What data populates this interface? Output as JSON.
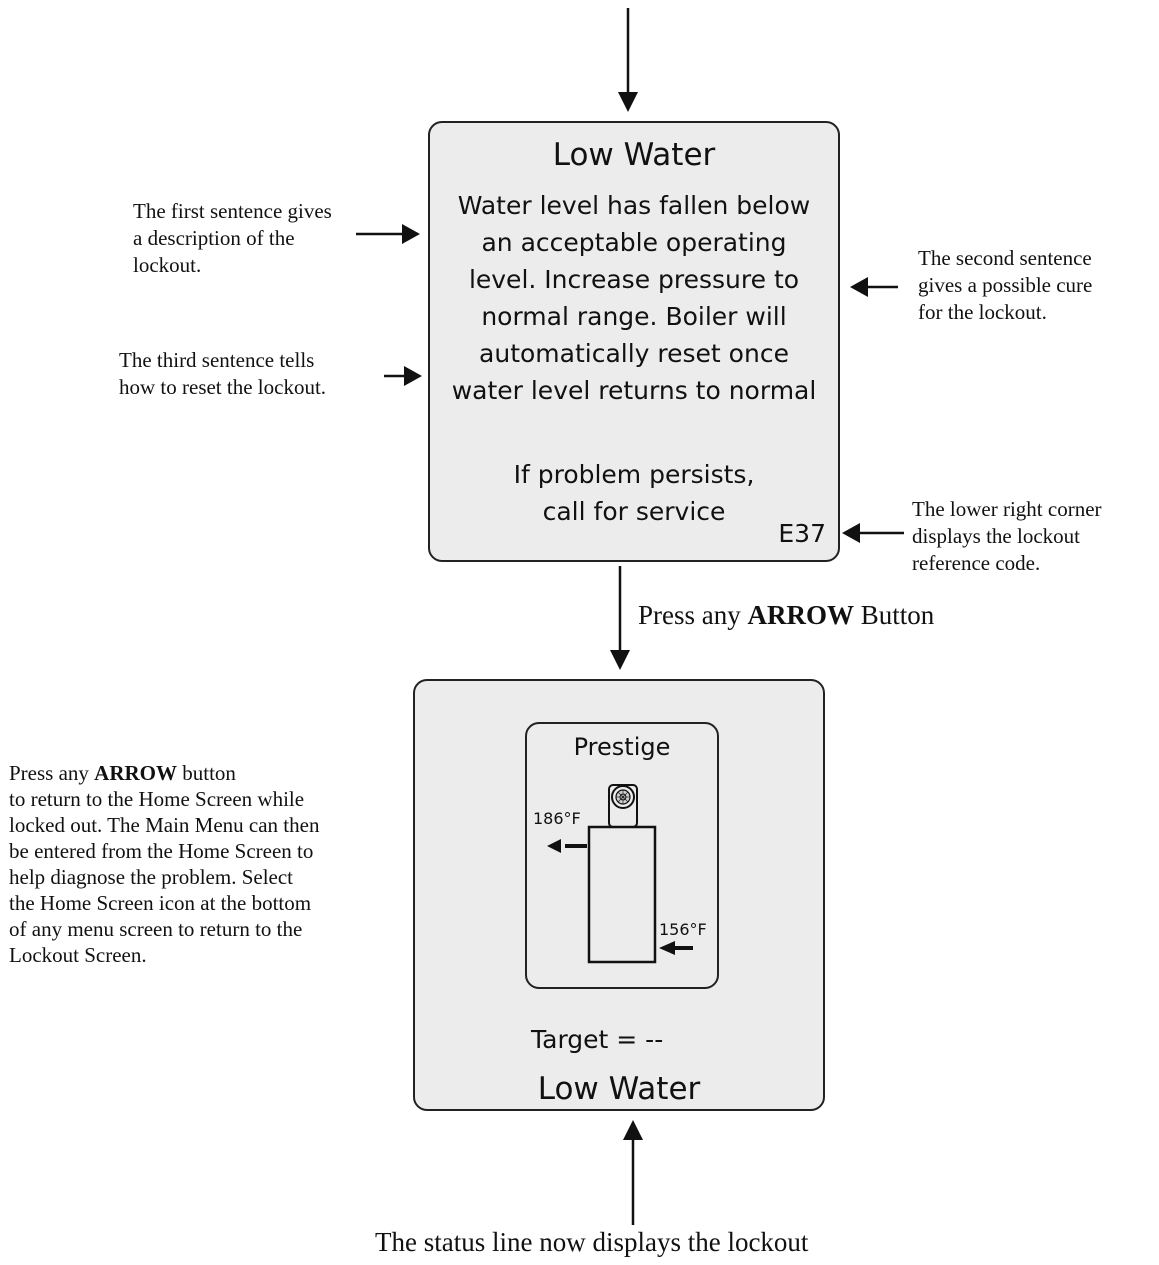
{
  "lockout_screen": {
    "title": "Low Water",
    "body_lines": [
      "Water level has fallen below",
      "an acceptable operating",
      "level. Increase pressure to",
      "normal range. Boiler will",
      "automatically reset once",
      "water level returns to normal"
    ],
    "persist_lines": [
      "If problem persists,",
      "call for service"
    ],
    "code": "E37"
  },
  "annotations": {
    "first_sentence": [
      "The first sentence gives",
      "a description of the",
      "lockout."
    ],
    "third_sentence": [
      "The third sentence tells",
      "how to reset the lockout."
    ],
    "second_sentence": [
      "The second sentence",
      "gives a possible cure",
      "for the lockout."
    ],
    "lower_right": [
      "The lower right corner",
      "displays the lockout",
      "reference code."
    ],
    "press_arrow": {
      "prefix": "Press any ",
      "bold": "ARROW",
      "suffix": " Button"
    },
    "home_note": {
      "prefix": "Press any ",
      "bold": "ARROW",
      "suffix": " button",
      "lines": [
        "to return to the Home Screen while",
        "locked out. The Main Menu can then",
        "be entered from the Home Screen to",
        "help diagnose the problem.  Select",
        "the Home Screen icon at the bottom",
        "of any menu screen to return to the",
        "Lockout Screen."
      ]
    },
    "status_note": "The status line now displays the lockout"
  },
  "home_screen": {
    "brand": "Prestige",
    "supply_temp": "186°F",
    "return_temp": "156°F",
    "target": "Target = --",
    "status": "Low Water"
  },
  "icons": [
    "arrow-down-icon",
    "arrow-left-icon",
    "arrow-right-icon",
    "arrow-up-icon",
    "boiler-icon",
    "fan-icon"
  ]
}
